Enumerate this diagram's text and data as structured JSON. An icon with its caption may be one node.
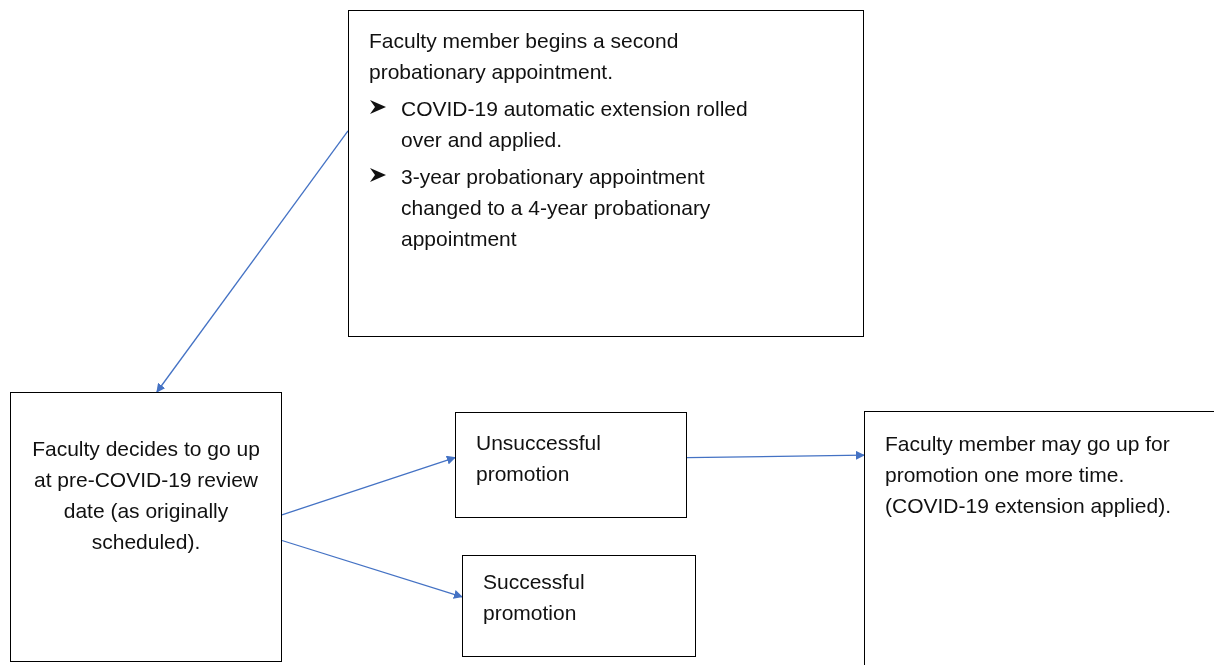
{
  "diagram": {
    "nodes": [
      {
        "text": [
          "Faculty member begins a second probationary appointment.",
          "COVID-19 automatic extension rolled over and applied.",
          "3-year probationary appointment changed to a 4-year probationary appointment"
        ]
      },
      {
        "text": [
          "Faculty decides to go up at pre-COVID-19 review date (as originally scheduled)."
        ]
      },
      {
        "text": [
          "Unsuccessful promotion"
        ]
      },
      {
        "text": [
          "Successful promotion"
        ]
      },
      {
        "text": [
          "Faculty member may go up for promotion one more time. (COVID-19 extension applied)."
        ]
      }
    ],
    "edges": [
      {
        "from": 0,
        "to": 1,
        "arrow": "to"
      },
      {
        "from": 1,
        "to": 2,
        "arrow": "to"
      },
      {
        "from": 1,
        "to": 3,
        "arrow": "to"
      },
      {
        "from": 2,
        "to": 4,
        "arrow": "to"
      }
    ]
  }
}
